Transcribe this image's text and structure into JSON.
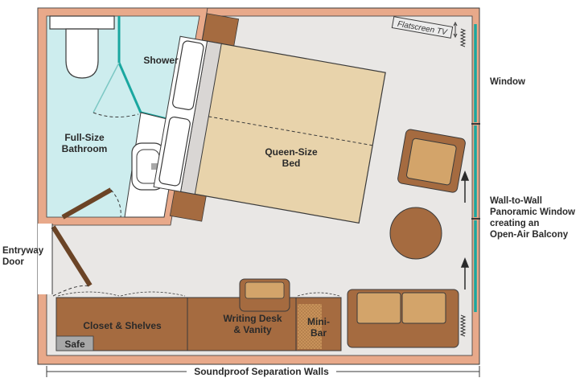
{
  "labels": {
    "shower": "Shower",
    "bathroom": [
      "Full-Size",
      "Bathroom"
    ],
    "bed": [
      "Queen-Size",
      "Bed"
    ],
    "tv": "Flatscreen TV",
    "window": "Window",
    "balcony": [
      "Wall-to-Wall",
      "Panoramic Window",
      "creating an",
      "Open-Air Balcony"
    ],
    "entry": [
      "Entryway",
      "Door"
    ],
    "closet": "Closet & Shelves",
    "safe": "Safe",
    "desk": [
      "Writing Desk",
      "& Vanity"
    ],
    "minibar": [
      "Mini-",
      "Bar"
    ],
    "walls": "Soundproof Separation Walls"
  },
  "colors": {
    "wall": "#E8A98A",
    "wall_stroke": "#3a3a3a",
    "floor": "#E9E7E5",
    "bathroom": "#CDEDEE",
    "furniture_dark": "#A56B40",
    "furniture_light": "#E8D3AB",
    "furniture_mid": "#D3A46A",
    "window": "#1AA7A0",
    "door": "#6B4426",
    "safe": "#A8A8A8"
  }
}
